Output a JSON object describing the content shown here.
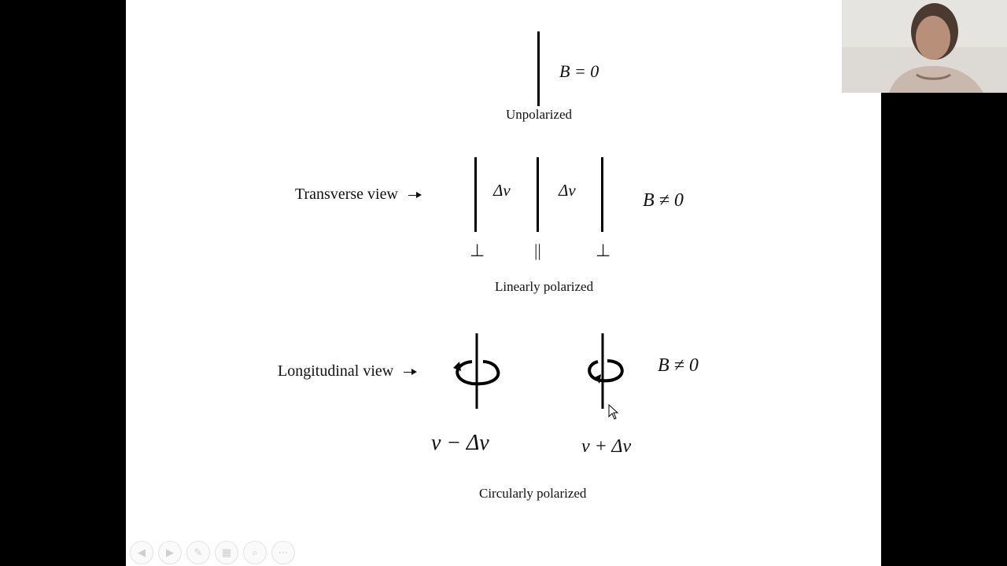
{
  "unpolarized": {
    "field": "B = 0",
    "caption": "Unpolarized"
  },
  "transverse": {
    "view_label": "Transverse view",
    "splitting_left": "Δν",
    "splitting_right": "Δν",
    "field": "B ≠ 0",
    "polarization_symbols": [
      "⊥",
      "||",
      "⊥"
    ],
    "caption": "Linearly polarized"
  },
  "longitudinal": {
    "view_label": "Longitudinal view",
    "field": "B ≠ 0",
    "freq_left": "ν − Δν",
    "freq_right": "ν + Δν",
    "caption": "Circularly polarized"
  },
  "toolbar": {
    "buttons": [
      "prev-icon",
      "next-icon",
      "pen-icon",
      "slides-icon",
      "zoom-icon",
      "more-icon"
    ],
    "glyphs": [
      "◀",
      "▶",
      "✎",
      "▦",
      "⌕",
      "⋯"
    ]
  },
  "colors": {
    "slide_bg": "#ffffff",
    "page_bg": "#000000",
    "ink": "#000000"
  }
}
